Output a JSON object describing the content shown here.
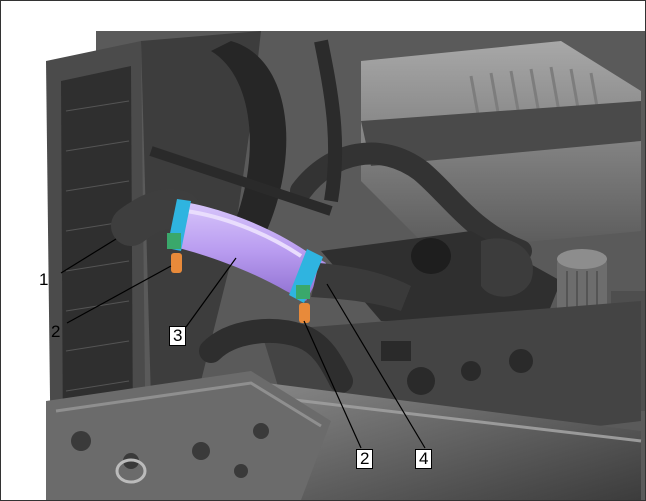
{
  "callouts": [
    {
      "label": "1",
      "boxed": false
    },
    {
      "label": "2",
      "boxed": false
    },
    {
      "label": "3",
      "boxed": true
    },
    {
      "label": "2",
      "boxed": true
    },
    {
      "label": "4",
      "boxed": true
    }
  ],
  "colors": {
    "hose": "#b99cf0",
    "clamp": "#2fb4e0",
    "clip": "#e88a3a",
    "metal_dark": "#3a3a3a",
    "metal_mid": "#6b6b6b",
    "metal_light": "#9a9a9a"
  }
}
